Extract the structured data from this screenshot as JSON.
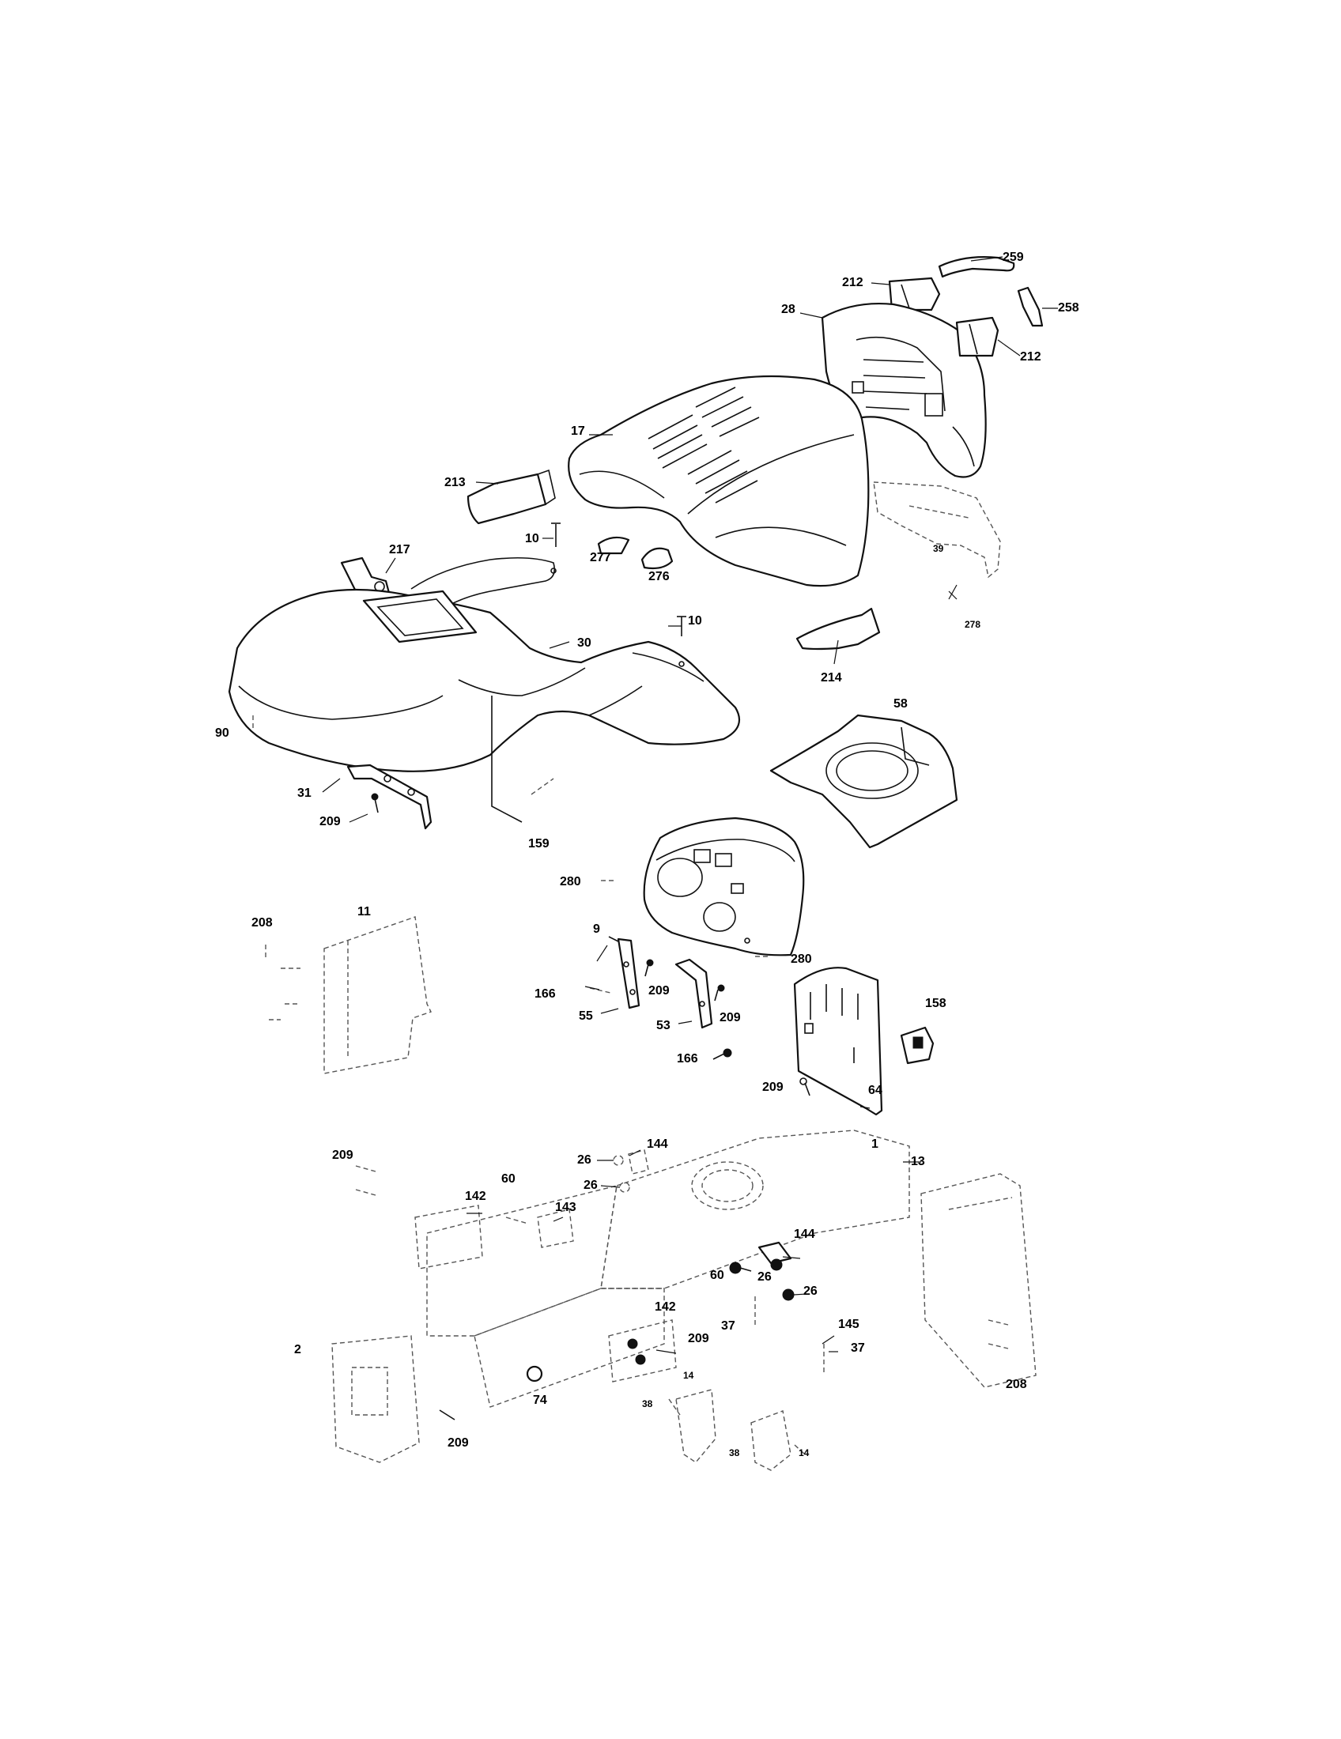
{
  "callouts": [
    {
      "id": "259",
      "label": "259"
    },
    {
      "id": "212a",
      "label": "212"
    },
    {
      "id": "258",
      "label": "258"
    },
    {
      "id": "28",
      "label": "28"
    },
    {
      "id": "212b",
      "label": "212"
    },
    {
      "id": "17",
      "label": "17"
    },
    {
      "id": "213",
      "label": "213"
    },
    {
      "id": "10a",
      "label": "10"
    },
    {
      "id": "277",
      "label": "277"
    },
    {
      "id": "276",
      "label": "276"
    },
    {
      "id": "39",
      "label": "39"
    },
    {
      "id": "217",
      "label": "217"
    },
    {
      "id": "278",
      "label": "278"
    },
    {
      "id": "10b",
      "label": "10"
    },
    {
      "id": "30",
      "label": "30"
    },
    {
      "id": "214",
      "label": "214"
    },
    {
      "id": "58",
      "label": "58"
    },
    {
      "id": "90",
      "label": "90"
    },
    {
      "id": "31",
      "label": "31"
    },
    {
      "id": "209a",
      "label": "209"
    },
    {
      "id": "159",
      "label": "159"
    },
    {
      "id": "280a",
      "label": "280"
    },
    {
      "id": "208a",
      "label": "208"
    },
    {
      "id": "11",
      "label": "11"
    },
    {
      "id": "9",
      "label": "9"
    },
    {
      "id": "280b",
      "label": "280"
    },
    {
      "id": "209b",
      "label": "209"
    },
    {
      "id": "166a",
      "label": "166"
    },
    {
      "id": "158",
      "label": "158"
    },
    {
      "id": "55",
      "label": "55"
    },
    {
      "id": "53",
      "label": "53"
    },
    {
      "id": "209c",
      "label": "209"
    },
    {
      "id": "166b",
      "label": "166"
    },
    {
      "id": "209d",
      "label": "209"
    },
    {
      "id": "64",
      "label": "64"
    },
    {
      "id": "1",
      "label": "1"
    },
    {
      "id": "144a",
      "label": "144"
    },
    {
      "id": "26a",
      "label": "26"
    },
    {
      "id": "209e",
      "label": "209"
    },
    {
      "id": "13",
      "label": "13"
    },
    {
      "id": "60a",
      "label": "60"
    },
    {
      "id": "26b",
      "label": "26"
    },
    {
      "id": "142a",
      "label": "142"
    },
    {
      "id": "143",
      "label": "143"
    },
    {
      "id": "144b",
      "label": "144"
    },
    {
      "id": "60b",
      "label": "60"
    },
    {
      "id": "26c",
      "label": "26"
    },
    {
      "id": "26d",
      "label": "26"
    },
    {
      "id": "142b",
      "label": "142"
    },
    {
      "id": "37a",
      "label": "37"
    },
    {
      "id": "145",
      "label": "145"
    },
    {
      "id": "209f",
      "label": "209"
    },
    {
      "id": "37b",
      "label": "37"
    },
    {
      "id": "2",
      "label": "2"
    },
    {
      "id": "74",
      "label": "74"
    },
    {
      "id": "14a",
      "label": "14"
    },
    {
      "id": "208b",
      "label": "208"
    },
    {
      "id": "38a",
      "label": "38"
    },
    {
      "id": "209g",
      "label": "209"
    },
    {
      "id": "38b",
      "label": "38"
    },
    {
      "id": "14b",
      "label": "14"
    }
  ]
}
